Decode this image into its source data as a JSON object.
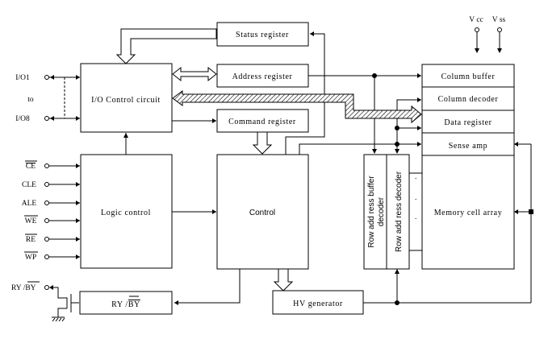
{
  "title": "NAND flash memory functional block diagram",
  "blocks": {
    "io_control": "I/O Control circuit",
    "status_register": "Status register",
    "address_register": "Address register",
    "command_register": "Command register",
    "logic_control": "Logic control",
    "control": "Control",
    "ry_by_block": {
      "prefix": "RY /",
      "overbar": "BY"
    },
    "hv_generator": "HV generator",
    "column_buffer": "Column buffer",
    "column_decoder": "Column decoder",
    "data_register": "Data register",
    "sense_amp": "Sense amp",
    "memory_cell_array": "Memory cell array",
    "row_address_buffer_decoder": [
      "Row add ress buffer",
      "decoder"
    ],
    "row_address_decoder": "Row add ress decoder"
  },
  "pins": {
    "io_first": "I/O1",
    "io_to": "to",
    "io_last": "I/O8",
    "control_inputs": [
      {
        "name": "CE",
        "active_low": true
      },
      {
        "name": "CLE",
        "active_low": false
      },
      {
        "name": "ALE",
        "active_low": false
      },
      {
        "name": "WE",
        "active_low": true
      },
      {
        "name": "RE",
        "active_low": true
      },
      {
        "name": "WP",
        "active_low": true
      }
    ],
    "ry_by": {
      "prefix": "RY /",
      "overbar": "BY"
    },
    "vcc": "V cc",
    "vss": "V ss"
  },
  "memory_dots": ". . ."
}
